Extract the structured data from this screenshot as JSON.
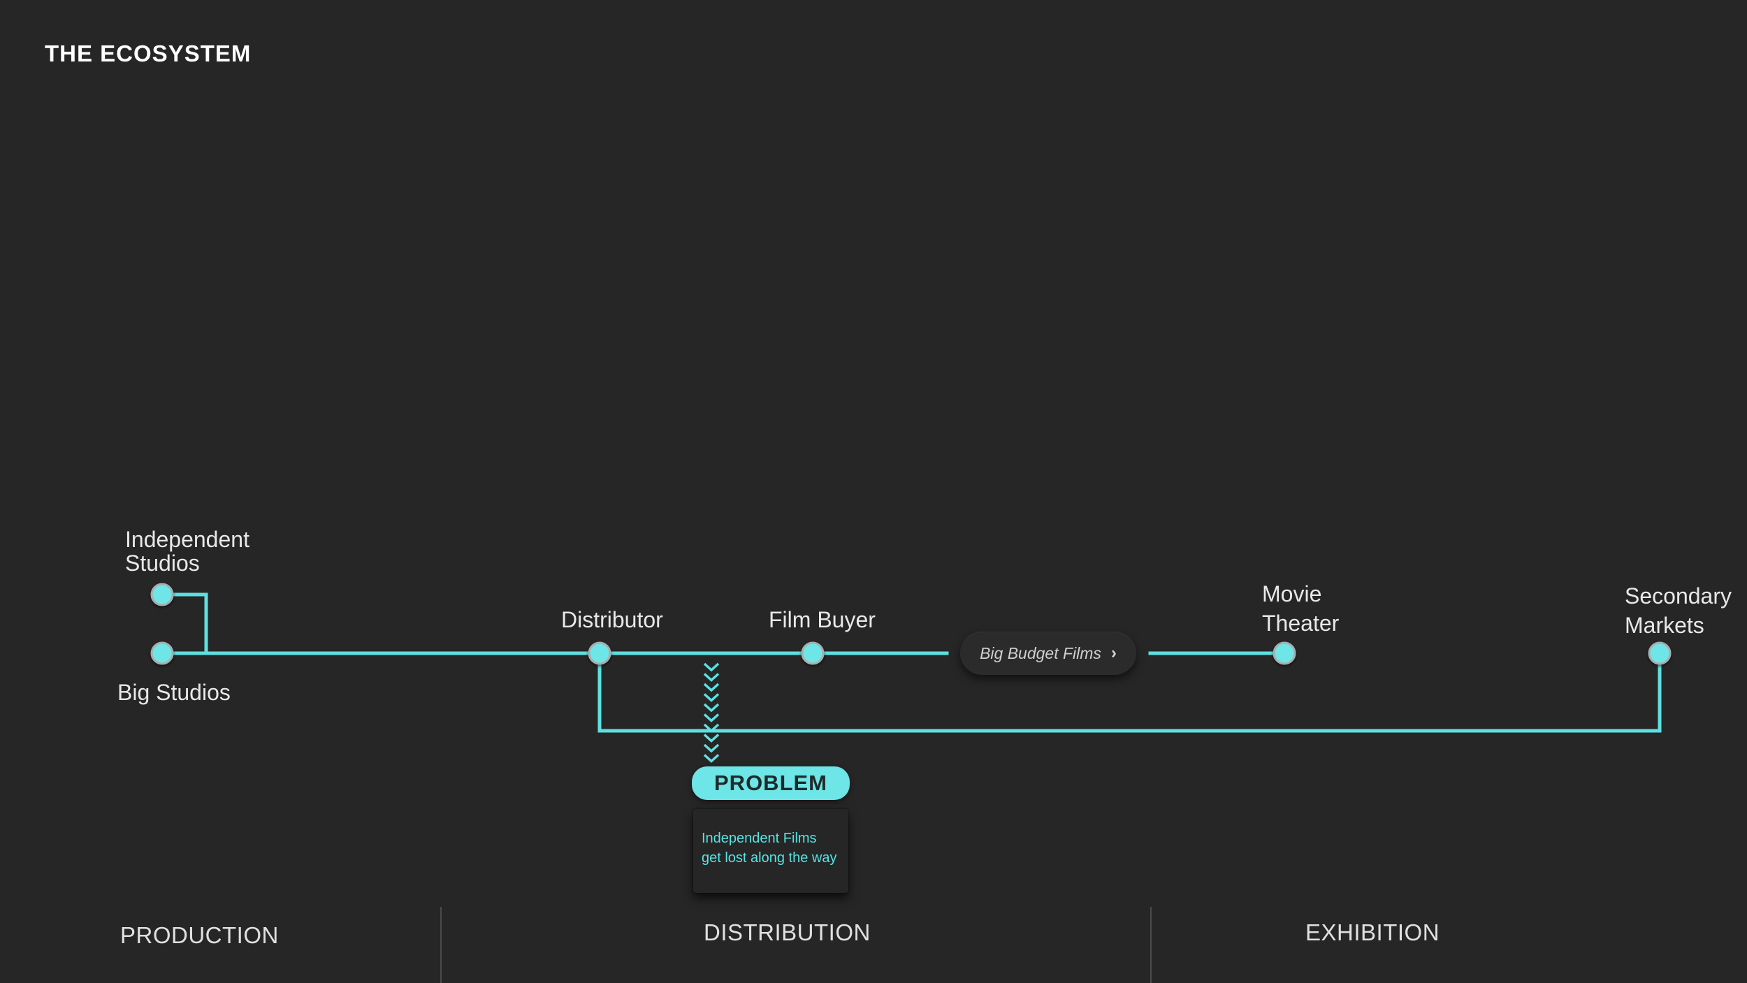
{
  "page": {
    "title": "THE ECOSYSTEM"
  },
  "colors": {
    "background": "#262626",
    "accent": "#5ee0e0",
    "node_fill": "#6ee5e6",
    "node_stroke": "#9aa0a0",
    "text": "#e8e8e8",
    "problem_text": "#56e3e4"
  },
  "nodes": {
    "independent_studios": {
      "label": "Independent\nStudios"
    },
    "big_studios": {
      "label": "Big Studios"
    },
    "distributor": {
      "label": "Distributor"
    },
    "film_buyer": {
      "label": "Film Buyer"
    },
    "movie_theater": {
      "label": "Movie\nTheater"
    },
    "secondary_markets": {
      "label": "Secondary\nMarkets"
    }
  },
  "pill": {
    "label": "Big Budget Films",
    "icon": "chevron-right-icon",
    "chevron": "›"
  },
  "problem": {
    "badge": "PROBLEM",
    "description": "Independent Films\nget lost along the way"
  },
  "sections": [
    {
      "label": "PRODUCTION"
    },
    {
      "label": "DISTRIBUTION"
    },
    {
      "label": "EXHIBITION"
    }
  ]
}
